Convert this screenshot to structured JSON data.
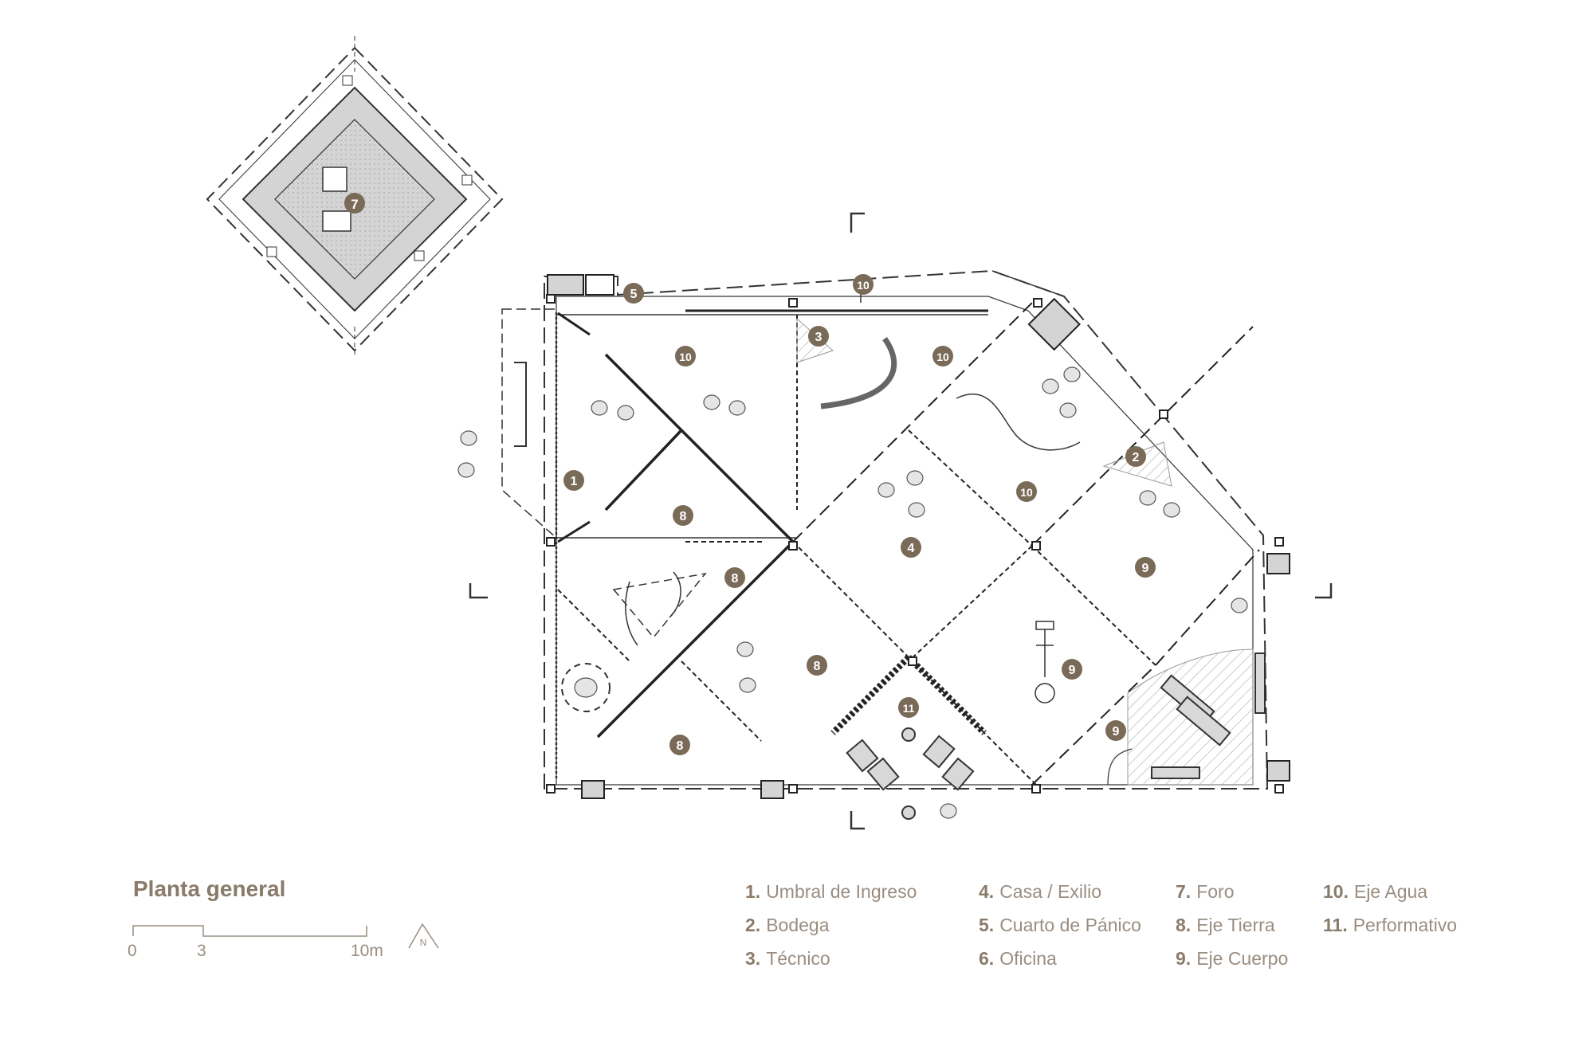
{
  "title": "Planta general",
  "scale": {
    "labels": [
      "0",
      "3",
      "10m"
    ]
  },
  "north_label": "N",
  "colors": {
    "marker": "#7a6a58",
    "text": "#9a8d80",
    "lines": "#333333",
    "hatch": "#bbbbbb"
  },
  "markers": {
    "small_plan": "7",
    "m1": "1",
    "m2": "2",
    "m3": "3",
    "m4": "4",
    "m5": "5",
    "m8a": "8",
    "m8b": "8",
    "m8c": "8",
    "m8d": "8",
    "m9a": "9",
    "m9b": "9",
    "m9c": "9",
    "m10a": "10",
    "m10b": "10",
    "m10c": "10",
    "m10d": "10",
    "m11": "11"
  },
  "legend": [
    {
      "num": "1.",
      "label": "Umbral de Ingreso"
    },
    {
      "num": "2.",
      "label": "Bodega"
    },
    {
      "num": "3.",
      "label": "Técnico"
    },
    {
      "num": "4.",
      "label": "Casa / Exilio"
    },
    {
      "num": "5.",
      "label": "Cuarto de Pánico"
    },
    {
      "num": "6.",
      "label": "Oficina"
    },
    {
      "num": "7.",
      "label": "Foro"
    },
    {
      "num": "8.",
      "label": "Eje Tierra"
    },
    {
      "num": "9.",
      "label": "Eje Cuerpo"
    },
    {
      "num": "10.",
      "label": "Eje Agua"
    },
    {
      "num": "11.",
      "label": "Performativo"
    }
  ]
}
